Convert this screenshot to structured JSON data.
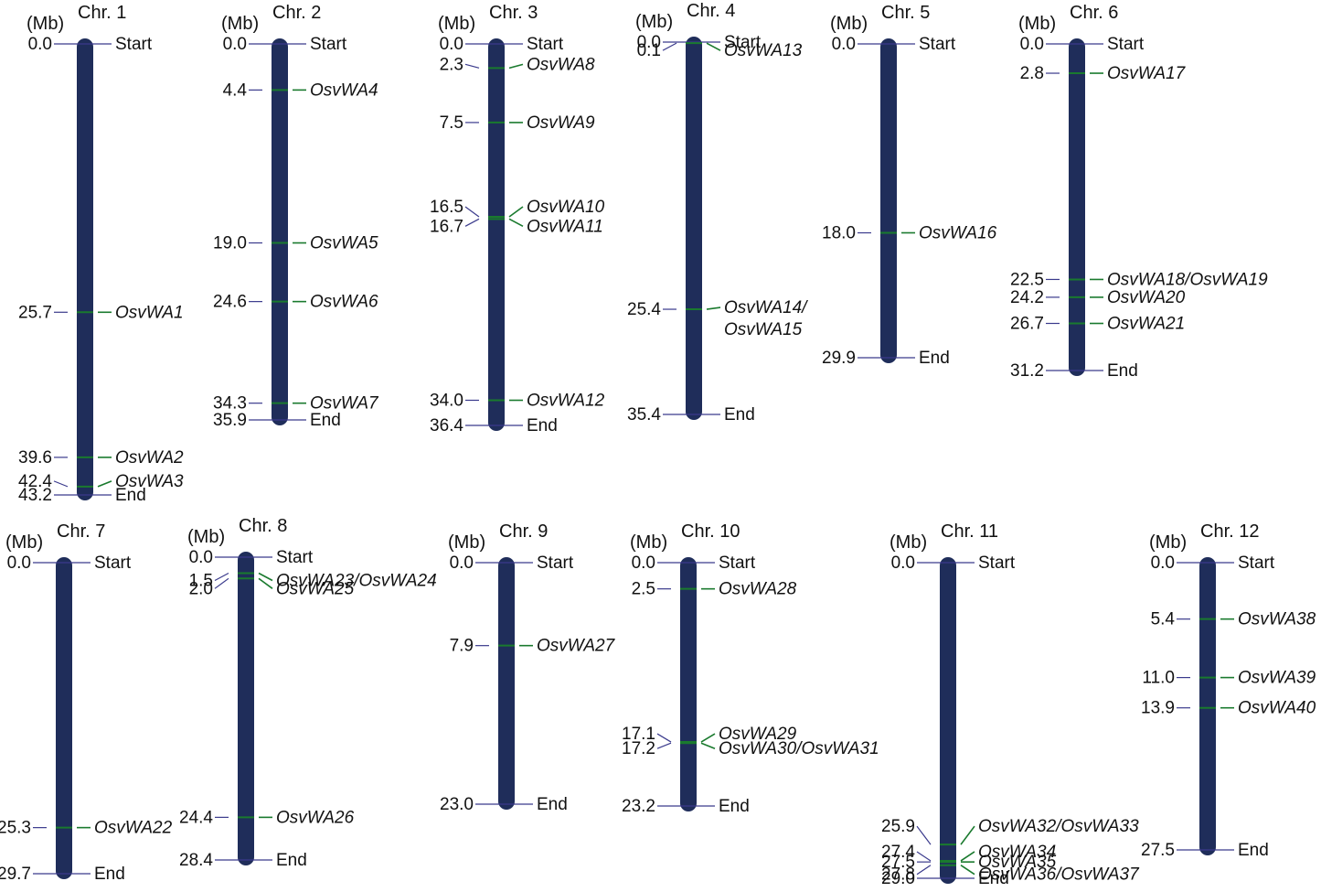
{
  "unit_label": "(Mb)",
  "start_label": "Start",
  "end_label": "End",
  "colors": {
    "chromosome": "#1f2d5a",
    "gene_tick": "#1a7a2e",
    "position_tick": "#3a3a8c",
    "text": "#111111"
  },
  "chromosomes": [
    {
      "name": "Chr. 1",
      "length": 43.2,
      "genes": [
        {
          "pos": 25.7,
          "pos_label": "25.7",
          "label": "OsvWA1"
        },
        {
          "pos": 39.6,
          "pos_label": "39.6",
          "label": "OsvWA2"
        },
        {
          "pos": 42.4,
          "pos_label": "42.4",
          "label": "OsvWA3"
        }
      ]
    },
    {
      "name": "Chr. 2",
      "length": 35.9,
      "genes": [
        {
          "pos": 4.4,
          "pos_label": "4.4",
          "label": "OsvWA4"
        },
        {
          "pos": 19.0,
          "pos_label": "19.0",
          "label": "OsvWA5"
        },
        {
          "pos": 24.6,
          "pos_label": "24.6",
          "label": "OsvWA6"
        },
        {
          "pos": 34.3,
          "pos_label": "34.3",
          "label": "OsvWA7"
        }
      ]
    },
    {
      "name": "Chr. 3",
      "length": 36.4,
      "genes": [
        {
          "pos": 2.3,
          "pos_label": "2.3",
          "label": "OsvWA8"
        },
        {
          "pos": 7.5,
          "pos_label": "7.5",
          "label": "OsvWA9"
        },
        {
          "pos": 16.5,
          "pos_label": "16.5",
          "label": "OsvWA10"
        },
        {
          "pos": 16.7,
          "pos_label": "16.7",
          "label": "OsvWA11"
        },
        {
          "pos": 34.0,
          "pos_label": "34.0",
          "label": "OsvWA12"
        }
      ]
    },
    {
      "name": "Chr. 4",
      "length": 35.4,
      "genes": [
        {
          "pos": 0.1,
          "pos_label": "0.1",
          "label": "OsvWA13"
        },
        {
          "pos": 25.4,
          "pos_label": "25.4",
          "label": "OsvWA14/",
          "label2": "OsvWA15"
        }
      ]
    },
    {
      "name": "Chr. 5",
      "length": 29.9,
      "genes": [
        {
          "pos": 18.0,
          "pos_label": "18.0",
          "label": "OsvWA16"
        }
      ]
    },
    {
      "name": "Chr. 6",
      "length": 31.2,
      "genes": [
        {
          "pos": 2.8,
          "pos_label": "2.8",
          "label": "OsvWA17"
        },
        {
          "pos": 22.5,
          "pos_label": "22.5",
          "label": "OsvWA18/OsvWA19"
        },
        {
          "pos": 24.2,
          "pos_label": "24.2",
          "label": "OsvWA20"
        },
        {
          "pos": 26.7,
          "pos_label": "26.7",
          "label": "OsvWA21"
        }
      ]
    },
    {
      "name": "Chr. 7",
      "length": 29.7,
      "genes": [
        {
          "pos": 25.3,
          "pos_label": "25.3",
          "label": "OsvWA22"
        }
      ]
    },
    {
      "name": "Chr. 8",
      "length": 28.4,
      "genes": [
        {
          "pos": 1.5,
          "pos_label": "1.5",
          "label": "OsvWA23/OsvWA24"
        },
        {
          "pos": 2.0,
          "pos_label": "2.0",
          "label": "OsvWA25"
        },
        {
          "pos": 24.4,
          "pos_label": "24.4",
          "label": "OsvWA26"
        }
      ]
    },
    {
      "name": "Chr. 9",
      "length": 23.0,
      "genes": [
        {
          "pos": 7.9,
          "pos_label": "7.9",
          "label": "OsvWA27"
        }
      ]
    },
    {
      "name": "Chr. 10",
      "length": 23.2,
      "genes": [
        {
          "pos": 2.5,
          "pos_label": "2.5",
          "label": "OsvWA28"
        },
        {
          "pos": 17.1,
          "pos_label": "17.1",
          "label": "OsvWA29"
        },
        {
          "pos": 17.2,
          "pos_label": "17.2",
          "label": "OsvWA30/OsvWA31"
        }
      ]
    },
    {
      "name": "Chr. 11",
      "length": 29.0,
      "genes": [
        {
          "pos": 25.9,
          "pos_label": "25.9",
          "label": "OsvWA32/OsvWA33"
        },
        {
          "pos": 27.4,
          "pos_label": "27.4",
          "label": "OsvWA34"
        },
        {
          "pos": 27.5,
          "pos_label": "27.5",
          "label": "OsvWA35"
        },
        {
          "pos": 27.8,
          "pos_label": "27.8",
          "label": "OsvWA36/OsvWA37"
        }
      ]
    },
    {
      "name": "Chr. 12",
      "length": 27.5,
      "genes": [
        {
          "pos": 5.4,
          "pos_label": "5.4",
          "label": "OsvWA38"
        },
        {
          "pos": 11.0,
          "pos_label": "11.0",
          "label": "OsvWA39"
        },
        {
          "pos": 13.9,
          "pos_label": "13.9",
          "label": "OsvWA40"
        }
      ]
    }
  ]
}
